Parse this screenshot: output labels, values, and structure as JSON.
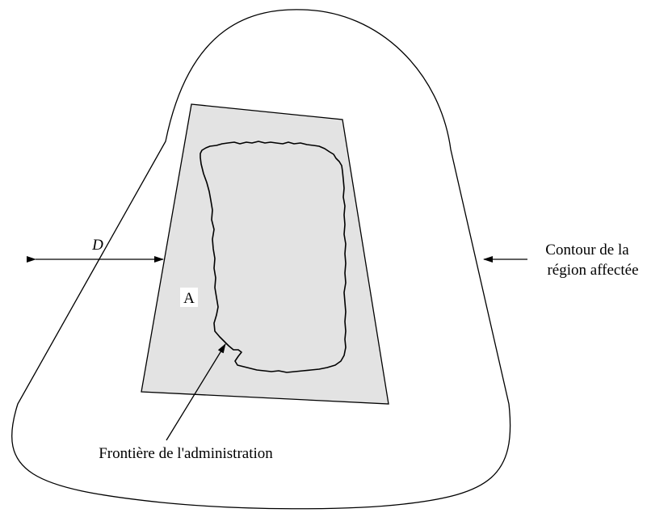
{
  "labels": {
    "distance": "D",
    "zone": "A",
    "contour_line1": "Contour de la",
    "contour_line2": "région affectée",
    "frontier": "Frontière de l'administration"
  },
  "colors": {
    "stroke": "#000000",
    "zone_fill": "#e3e3e3",
    "outer_fill": "#ffffff",
    "label_bg": "#ffffff"
  }
}
